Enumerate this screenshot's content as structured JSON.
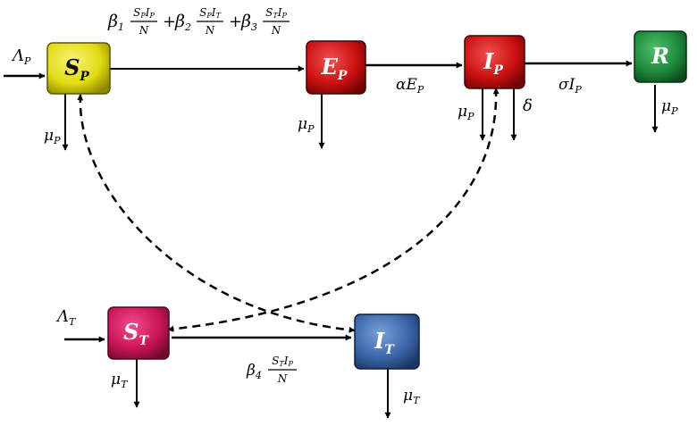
{
  "compartments": {
    "sp": {
      "symbol": "S",
      "sub": "P",
      "color": "#e2dc12"
    },
    "ep": {
      "symbol": "E",
      "sub": "P",
      "color": "#d41414"
    },
    "ip": {
      "symbol": "I",
      "sub": "P",
      "color": "#d41414"
    },
    "r": {
      "symbol": "R",
      "sub": "",
      "color": "#1f8a3c"
    },
    "st": {
      "symbol": "S",
      "sub": "T",
      "color": "#d0145c"
    },
    "it": {
      "symbol": "I",
      "sub": "T",
      "color": "#3a66a8"
    }
  },
  "rates": {
    "lambda_p": {
      "symbol": "Λ",
      "sub": "P"
    },
    "lambda_t": {
      "symbol": "Λ",
      "sub": "T"
    },
    "infection_p": {
      "b1": "β",
      "b1_sub": "1",
      "t1_num_a": "S",
      "t1_num_a_sub": "P",
      "t1_num_b": "I",
      "t1_num_b_sub": "P",
      "t1_den": "N",
      "plus1": "+",
      "b2": "β",
      "b2_sub": "2",
      "t2_num_a": "S",
      "t2_num_a_sub": "P",
      "t2_num_b": "I",
      "t2_num_b_sub": "T",
      "t2_den": "N",
      "plus2": "+",
      "b3": "β",
      "b3_sub": "3",
      "t3_num_a": "S",
      "t3_num_a_sub": "T",
      "t3_num_b": "I",
      "t3_num_b_sub": "P",
      "t3_den": "N"
    },
    "infection_t": {
      "b4": "β",
      "b4_sub": "4",
      "num_a": "S",
      "num_a_sub": "T",
      "num_b": "I",
      "num_b_sub": "P",
      "den": "N"
    },
    "progression": {
      "coef": "α",
      "symbol": "E",
      "sub": "P"
    },
    "recovery": {
      "coef": "σ",
      "symbol": "I",
      "sub": "P"
    },
    "disease_death": {
      "symbol": "δ"
    },
    "mortality_p": {
      "symbol": "μ",
      "sub": "P"
    },
    "mortality_t": {
      "symbol": "μ",
      "sub": "T"
    }
  }
}
